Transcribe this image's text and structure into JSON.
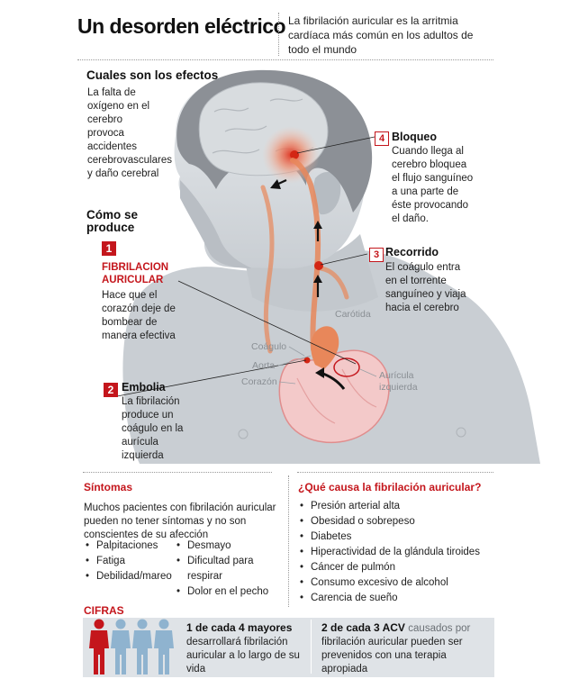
{
  "header": {
    "title": "Un desorden eléctrico",
    "intro": "La fibrilación auricular es la arritmia cardíaca más común en los adultos de todo el mundo"
  },
  "effects": {
    "heading": "Cuales son los efectos",
    "text": "La falta de oxígeno en el cerebro provoca accidentes cerebrovasculares y daño cerebral"
  },
  "how": {
    "heading": "Cómo se produce"
  },
  "steps": [
    {
      "num": "1",
      "title": "FIBRILACION AURICULAR",
      "text": "Hace que el corazón deje de bombear de manera efectiva"
    },
    {
      "num": "2",
      "title": "Embolia",
      "text": "La fibrilación produce un coágulo en la aurícula izquierda"
    },
    {
      "num": "3",
      "title": "Recorrido",
      "text": "El coágulo entra en el torrente sanguíneo y viaja hacia el cerebro"
    },
    {
      "num": "4",
      "title": "Bloqueo",
      "text": "Cuando llega al cerebro bloquea el flujo sanguíneo a una parte de éste provocando el daño."
    }
  ],
  "anatomy_labels": {
    "carotid": "Carótida",
    "clot": "Coágulo",
    "aorta": "Aorta",
    "heart": "Corazón",
    "atrium": "Aurícula izquierda"
  },
  "symptoms": {
    "heading": "Síntomas",
    "text": "Muchos pacientes con fibrilación auricular pueden no tener síntomas y no son conscientes de su afección",
    "col1": [
      "Palpitaciones",
      "Fatiga",
      "Debilidad/mareo"
    ],
    "col2": [
      "Desmayo",
      "Dificultad para respirar",
      "Dolor en el pecho"
    ]
  },
  "causes": {
    "heading": "¿Qué causa la fibrilación auricular?",
    "items": [
      "Presión arterial alta",
      "Obesidad o sobrepeso",
      "Diabetes",
      "Hiperactividad de la glándula tiroides",
      "Cáncer de pulmón",
      "Consumo excesivo de alcohol",
      "Carencia de sueño"
    ]
  },
  "cifras": {
    "heading": "CIFRAS",
    "stat1_bold": "1 de cada 4 mayores",
    "stat1_text": "desarrollará fibrilación auricular a lo largo de su vida",
    "stat2_bold": "2 de cada 3 ACV",
    "stat2_text_grey": "causados por",
    "stat2_text": "fibrilación auricular pueden ser prevenidos con una terapia apropiada"
  },
  "colors": {
    "accent_red": "#c4161c",
    "body_grey": "#c8cdd2",
    "hair_grey": "#8c9096",
    "artery": "#e8875a",
    "box_grey": "#dfe3e7",
    "person_blue": "#8fb3cf"
  }
}
